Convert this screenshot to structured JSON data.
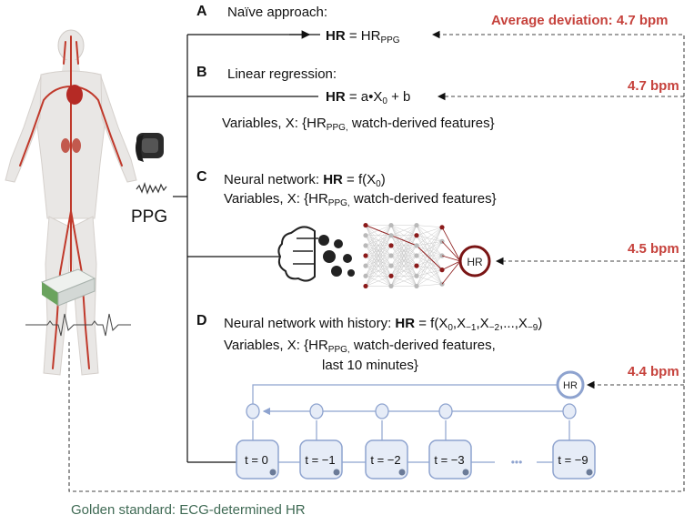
{
  "figure": {
    "average_deviation_label": "Average deviation: 4.7 bpm",
    "ppg_label": "PPG",
    "golden_standard_label": "Golden standard: ECG-determined HR",
    "hr_node_label": "HR",
    "ellipsis_label": "•••"
  },
  "panels": [
    {
      "letter": "A",
      "title": "Naïve approach:",
      "equation": {
        "lhs": "HR",
        "rhs": "= HR",
        "rhs_sub": "PPG"
      }
    },
    {
      "letter": "B",
      "title": "Linear regression:",
      "equation": {
        "lhs": "HR",
        "rhs": "= a•X",
        "rhs_sub": "0",
        "rhs_tail": " + b"
      },
      "variables": {
        "prefix": "Variables, X: {HR",
        "sub": "PPG,",
        "suffix": " watch-derived features}"
      },
      "deviation": "4.7 bpm"
    },
    {
      "letter": "C",
      "title_prefix": "Neural network: ",
      "title_bold": "HR",
      "title_suffix": " = f(X",
      "title_sub": "0",
      "title_close": ")",
      "variables": {
        "prefix": "Variables, X: {HR",
        "sub": "PPG,",
        "suffix": " watch-derived features}"
      },
      "deviation": "4.5 bpm"
    },
    {
      "letter": "D",
      "title_prefix": "Neural network with history: ",
      "title_bold": "HR",
      "title_suffix": " = f(X",
      "title_sub": "0",
      "title_rest": ",X",
      "title_sub2": "−1",
      "title_rest2": ",X",
      "title_sub3": "−2",
      "title_rest3": ",...,X",
      "title_sub4": "−9",
      "title_close": ")",
      "variables": {
        "prefix": "Variables, X: {HR",
        "sub": "PPG,",
        "suffix": " watch-derived features,",
        "line2": "last 10 minutes}"
      },
      "deviation": "4.4 bpm",
      "timesteps": [
        "t = 0",
        "t = −1",
        "t = −2",
        "t = −3",
        "t = −9"
      ]
    }
  ],
  "colors": {
    "deviation_red": "#c6423c",
    "rnn_blue": "#8ea3cf",
    "rnn_fill": "#e6ecf7",
    "footer_green": "#3f6a54",
    "artery_red": "#c0392b",
    "hr_node_red": "#8b1a1a"
  }
}
